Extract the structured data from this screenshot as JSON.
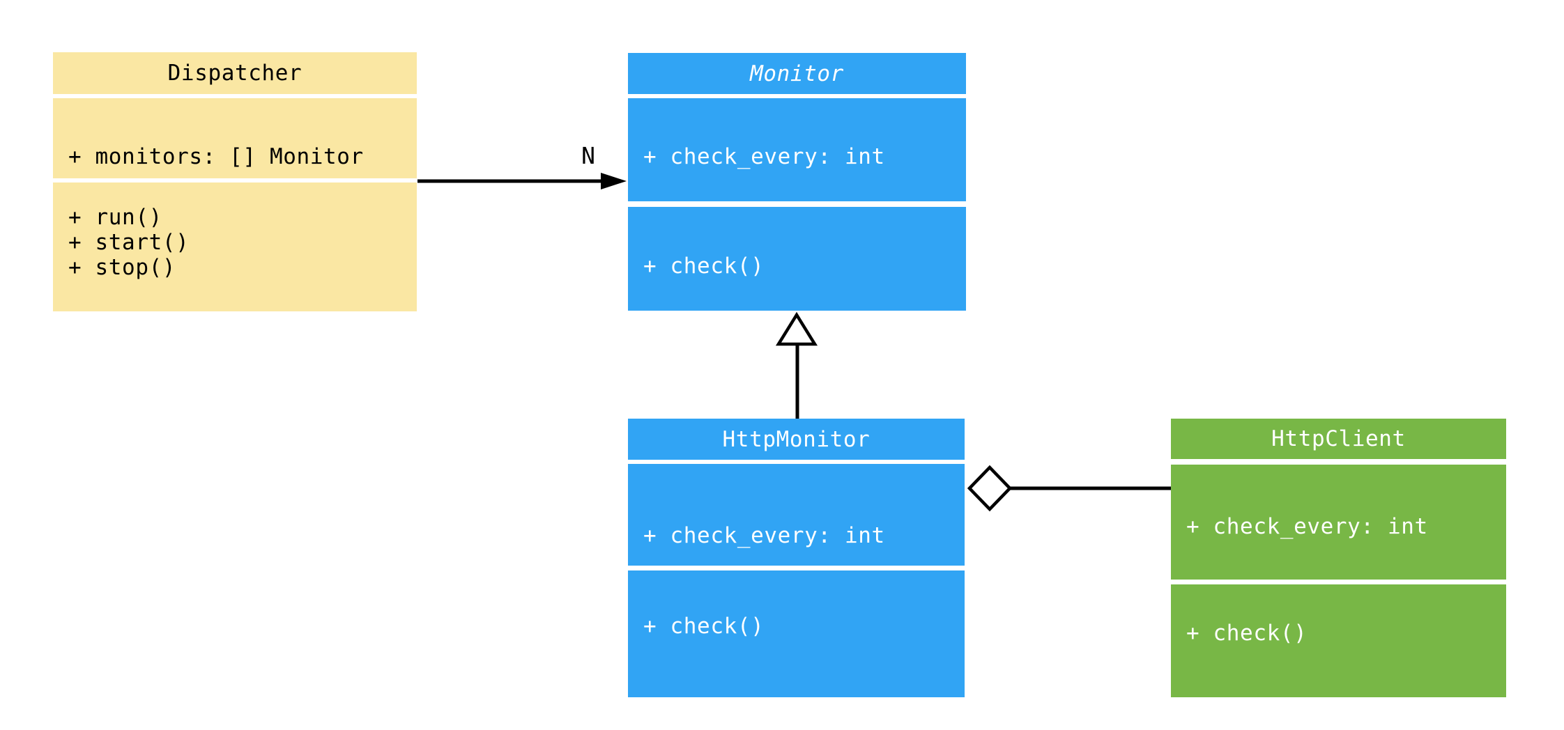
{
  "diagram": {
    "background_color": "#FFFFFF",
    "line_color": "#000000",
    "classes": [
      {
        "name": "Dispatcher",
        "abstract": false,
        "fill": "#FAE7A3",
        "text_color": "#000000",
        "attributes": [
          "+ monitors: [] Monitor"
        ],
        "methods": [
          "+ run()",
          "+ start()",
          "+ stop()"
        ]
      },
      {
        "name": "Monitor",
        "abstract": true,
        "fill": "#31A4F4",
        "text_color": "#FFFFFF",
        "attributes": [
          "+ check_every: int"
        ],
        "methods": [
          "+ check()"
        ]
      },
      {
        "name": "HttpMonitor",
        "abstract": false,
        "fill": "#31A4F4",
        "text_color": "#FFFFFF",
        "attributes": [
          "+ check_every: int"
        ],
        "methods": [
          "+ check()"
        ]
      },
      {
        "name": "HttpClient",
        "abstract": false,
        "fill": "#78B746",
        "text_color": "#FFFFFF",
        "attributes": [
          "+ check_every: int"
        ],
        "methods": [
          "+ check()"
        ]
      }
    ],
    "relationships": [
      {
        "type": "association",
        "from": "Dispatcher",
        "to": "Monitor",
        "label": "N",
        "marker": "filled-arrowhead"
      },
      {
        "type": "inheritance",
        "from": "HttpMonitor",
        "to": "Monitor",
        "label": "",
        "marker": "hollow-triangle"
      },
      {
        "type": "aggregation",
        "from": "HttpMonitor",
        "to": "HttpClient",
        "label": "",
        "marker": "hollow-diamond"
      }
    ]
  }
}
